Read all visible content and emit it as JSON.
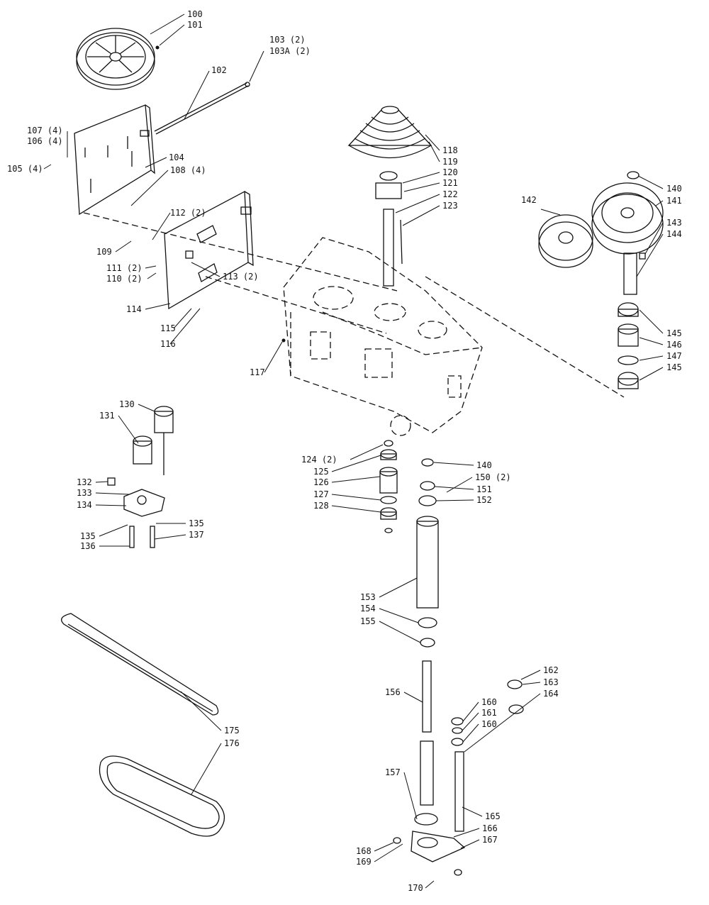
{
  "labels": [
    {
      "id": "100",
      "text": "100"
    },
    {
      "id": "101",
      "text": "101"
    },
    {
      "id": "102",
      "text": "102"
    },
    {
      "id": "103",
      "text": "103 (2)"
    },
    {
      "id": "103a",
      "text": "103A (2)"
    },
    {
      "id": "104",
      "text": "104"
    },
    {
      "id": "105",
      "text": "105 (4)"
    },
    {
      "id": "106",
      "text": "106 (4)"
    },
    {
      "id": "107",
      "text": "107 (4)"
    },
    {
      "id": "108",
      "text": "108 (4)"
    },
    {
      "id": "109",
      "text": "109"
    },
    {
      "id": "110",
      "text": "110 (2)"
    },
    {
      "id": "111",
      "text": "111 (2)"
    },
    {
      "id": "112",
      "text": "112 (2)"
    },
    {
      "id": "113",
      "text": "113 (2)"
    },
    {
      "id": "114",
      "text": "114"
    },
    {
      "id": "115",
      "text": "115"
    },
    {
      "id": "116",
      "text": "116"
    },
    {
      "id": "117",
      "text": "117"
    },
    {
      "id": "118",
      "text": "118"
    },
    {
      "id": "119",
      "text": "119"
    },
    {
      "id": "120",
      "text": "120"
    },
    {
      "id": "121",
      "text": "121"
    },
    {
      "id": "122",
      "text": "122"
    },
    {
      "id": "123",
      "text": "123"
    },
    {
      "id": "124",
      "text": "124 (2)"
    },
    {
      "id": "125",
      "text": "125"
    },
    {
      "id": "126",
      "text": "126"
    },
    {
      "id": "127",
      "text": "127"
    },
    {
      "id": "128",
      "text": "128"
    },
    {
      "id": "130",
      "text": "130"
    },
    {
      "id": "131",
      "text": "131"
    },
    {
      "id": "132",
      "text": "132"
    },
    {
      "id": "133",
      "text": "133"
    },
    {
      "id": "134",
      "text": "134"
    },
    {
      "id": "135a",
      "text": "135"
    },
    {
      "id": "135b",
      "text": "135"
    },
    {
      "id": "136",
      "text": "136"
    },
    {
      "id": "137",
      "text": "137"
    },
    {
      "id": "140a",
      "text": "140"
    },
    {
      "id": "140b",
      "text": "140"
    },
    {
      "id": "141",
      "text": "141"
    },
    {
      "id": "142",
      "text": "142"
    },
    {
      "id": "143",
      "text": "143"
    },
    {
      "id": "144",
      "text": "144"
    },
    {
      "id": "145a",
      "text": "145"
    },
    {
      "id": "145b",
      "text": "145"
    },
    {
      "id": "146",
      "text": "146"
    },
    {
      "id": "147",
      "text": "147"
    },
    {
      "id": "150",
      "text": "150 (2)"
    },
    {
      "id": "151",
      "text": "151"
    },
    {
      "id": "152",
      "text": "152"
    },
    {
      "id": "153",
      "text": "153"
    },
    {
      "id": "154",
      "text": "154"
    },
    {
      "id": "155",
      "text": "155"
    },
    {
      "id": "156",
      "text": "156"
    },
    {
      "id": "157",
      "text": "157"
    },
    {
      "id": "160a",
      "text": "160"
    },
    {
      "id": "160b",
      "text": "160"
    },
    {
      "id": "161",
      "text": "161"
    },
    {
      "id": "162",
      "text": "162"
    },
    {
      "id": "163",
      "text": "163"
    },
    {
      "id": "164",
      "text": "164"
    },
    {
      "id": "165",
      "text": "165"
    },
    {
      "id": "166",
      "text": "166"
    },
    {
      "id": "167",
      "text": "167"
    },
    {
      "id": "168",
      "text": "168"
    },
    {
      "id": "169",
      "text": "169"
    },
    {
      "id": "170",
      "text": "170"
    },
    {
      "id": "175",
      "text": "175"
    },
    {
      "id": "176",
      "text": "176"
    }
  ]
}
